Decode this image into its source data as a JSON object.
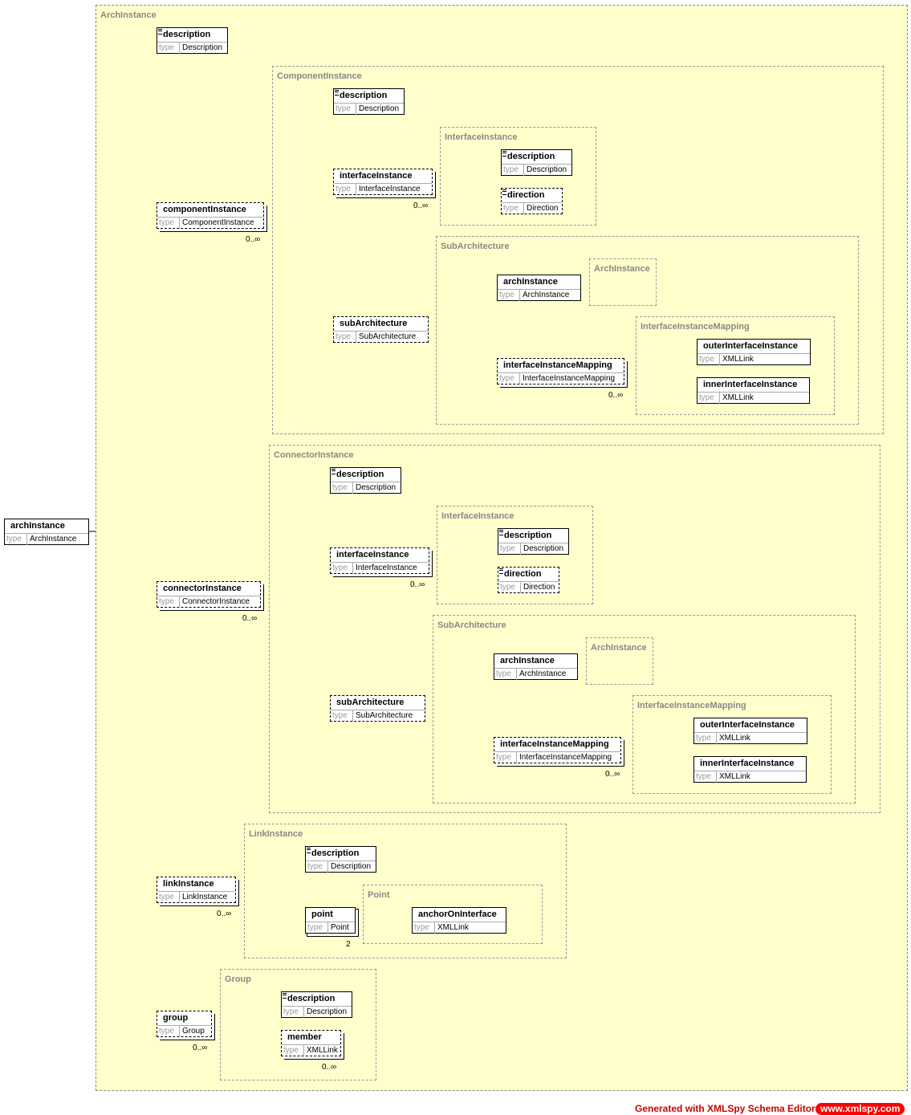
{
  "type_label": "type",
  "footer": {
    "generated": "Generated with XMLSpy Schema Editor",
    "site": "www.xmlspy.com"
  },
  "groups": {
    "arch": "ArchInstance",
    "component": "ComponentInstance",
    "c_interface": "InterfaceInstance",
    "c_subarch": "SubArchitecture",
    "c_arch_inner": "ArchInstance",
    "c_mapping": "InterfaceInstanceMapping",
    "connector": "ConnectorInstance",
    "k_interface": "InterfaceInstance",
    "k_subarch": "SubArchitecture",
    "k_arch_inner": "ArchInstance",
    "k_mapping": "InterfaceInstanceMapping",
    "link": "LinkInstance",
    "point": "Point",
    "group": "Group"
  },
  "elements": {
    "root": {
      "name": "archInstance",
      "type": "ArchInstance"
    },
    "desc": {
      "name": "description",
      "type": "Description"
    },
    "comp": {
      "name": "componentInstance",
      "type": "ComponentInstance",
      "card": "0..∞"
    },
    "c_desc": {
      "name": "description",
      "type": "Description"
    },
    "c_iface": {
      "name": "interfaceInstance",
      "type": "InterfaceInstance",
      "card": "0..∞"
    },
    "c_if_desc": {
      "name": "description",
      "type": "Description"
    },
    "c_if_dir": {
      "name": "direction",
      "type": "Direction"
    },
    "c_sub": {
      "name": "subArchitecture",
      "type": "SubArchitecture"
    },
    "c_sub_arch": {
      "name": "archInstance",
      "type": "ArchInstance"
    },
    "c_sub_map": {
      "name": "interfaceInstanceMapping",
      "type": "InterfaceInstanceMapping",
      "card": "0..∞"
    },
    "c_outer": {
      "name": "outerInterfaceInstance",
      "type": "XMLLink"
    },
    "c_inner": {
      "name": "innerInterfaceInstance",
      "type": "XMLLink"
    },
    "conn": {
      "name": "connectorInstance",
      "type": "ConnectorInstance",
      "card": "0..∞"
    },
    "k_desc": {
      "name": "description",
      "type": "Description"
    },
    "k_iface": {
      "name": "interfaceInstance",
      "type": "InterfaceInstance",
      "card": "0..∞"
    },
    "k_if_desc": {
      "name": "description",
      "type": "Description"
    },
    "k_if_dir": {
      "name": "direction",
      "type": "Direction"
    },
    "k_sub": {
      "name": "subArchitecture",
      "type": "SubArchitecture"
    },
    "k_sub_arch": {
      "name": "archInstance",
      "type": "ArchInstance"
    },
    "k_sub_map": {
      "name": "interfaceInstanceMapping",
      "type": "InterfaceInstanceMapping",
      "card": "0..∞"
    },
    "k_outer": {
      "name": "outerInterfaceInstance",
      "type": "XMLLink"
    },
    "k_inner": {
      "name": "innerInterfaceInstance",
      "type": "XMLLink"
    },
    "link": {
      "name": "linkInstance",
      "type": "LinkInstance",
      "card": "0..∞"
    },
    "l_desc": {
      "name": "description",
      "type": "Description"
    },
    "l_point": {
      "name": "point",
      "type": "Point",
      "card": "2"
    },
    "l_anchor": {
      "name": "anchorOnInterface",
      "type": "XMLLink"
    },
    "grp": {
      "name": "group",
      "type": "Group",
      "card": "0..∞"
    },
    "g_desc": {
      "name": "description",
      "type": "Description"
    },
    "g_member": {
      "name": "member",
      "type": "XMLLink",
      "card": "0..∞"
    }
  }
}
